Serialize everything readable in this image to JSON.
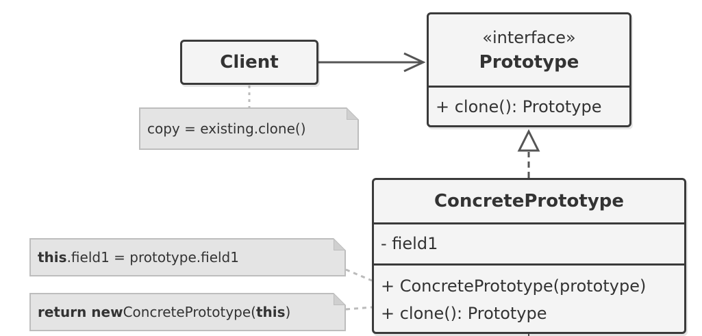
{
  "client": {
    "label": "Client"
  },
  "prototype": {
    "stereotype": "«interface»",
    "name": "Prototype",
    "operations": [
      "+ clone(): Prototype"
    ]
  },
  "concrete": {
    "name": "ConcretePrototype",
    "fields": [
      "- field1"
    ],
    "operations": [
      "+ ConcretePrototype(prototype)",
      "+ clone(): Prototype"
    ]
  },
  "notes": {
    "client_note": "copy = existing.clone()",
    "constructor_note": {
      "keyword": "this",
      "rest": ".field1 = prototype.field1"
    },
    "clone_note": {
      "keyword": "return new",
      "middle": " ConcretePrototype(",
      "arg": "this",
      "end": ")"
    }
  }
}
